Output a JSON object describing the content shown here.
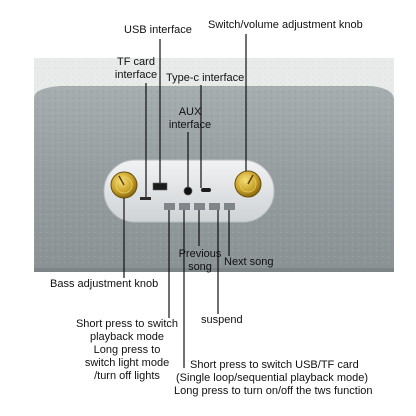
{
  "labels": {
    "usb_interface": "USB interface",
    "switch_volume_knob": "Switch/volume adjustment knob",
    "tf_card_interface_line1": "TF card",
    "tf_card_interface_line2": "interface",
    "type_c_interface": "Type-c interface",
    "aux_interface_line1": "AUX",
    "aux_interface_line2": "interface",
    "previous_song_line1": "Previous",
    "previous_song_line2": "song",
    "next_song": "Next song",
    "bass_knob": "Bass adjustment knob",
    "suspend": "suspend",
    "light_button_lines": [
      "Short press to switch",
      "playback mode",
      "Long press to",
      "switch light mode",
      "/turn off lights"
    ],
    "mode_button_lines": [
      "Short press to switch USB/TF card",
      "(Single loop/sequential playback mode)",
      "Long press to turn on/off the tws function"
    ]
  },
  "icons": [
    "bass-knob-icon",
    "volume-knob-icon",
    "usb-port-icon",
    "tf-card-slot-icon",
    "aux-port-icon",
    "type-c-port-icon"
  ],
  "colors": {
    "speaker_body": "#9aa2a3",
    "speaker_leather": "#8f9798",
    "control_panel": "#e6e8ea",
    "knob_gold": "#c9a227",
    "button_gray": "#7f8589",
    "background": "#ffffff"
  }
}
